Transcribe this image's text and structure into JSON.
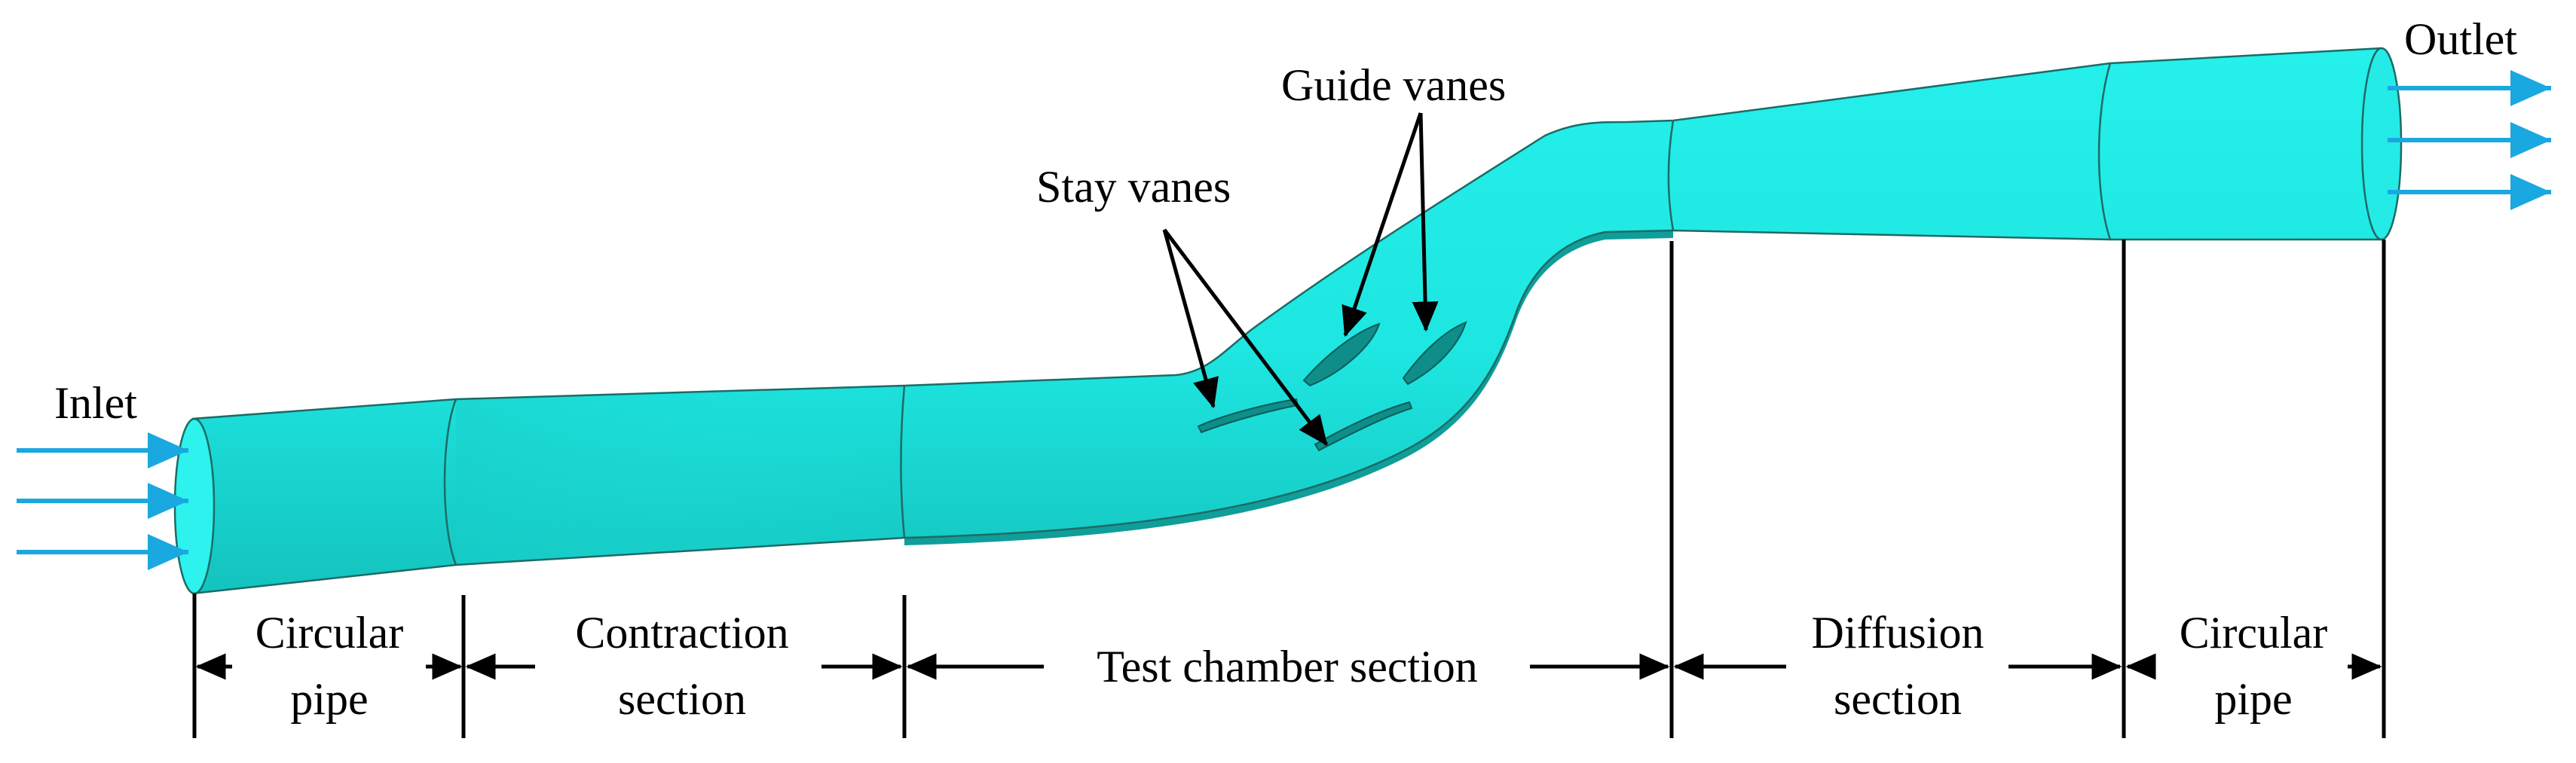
{
  "labels": {
    "inlet": "Inlet",
    "outlet": "Outlet",
    "stay_vanes": "Stay vanes",
    "guide_vanes": "Guide vanes"
  },
  "sections": [
    {
      "line1": "Circular",
      "line2": "pipe"
    },
    {
      "line1": "Contraction",
      "line2": "section"
    },
    {
      "line1": "Test chamber section",
      "line2": ""
    },
    {
      "line1": "Diffusion",
      "line2": "section"
    },
    {
      "line1": "Circular",
      "line2": "pipe"
    }
  ],
  "colors": {
    "body": "#1ee9e4",
    "body_shade": "#15c9c4",
    "flow_arrow": "#1aa8e0",
    "annotation": "#000000"
  }
}
